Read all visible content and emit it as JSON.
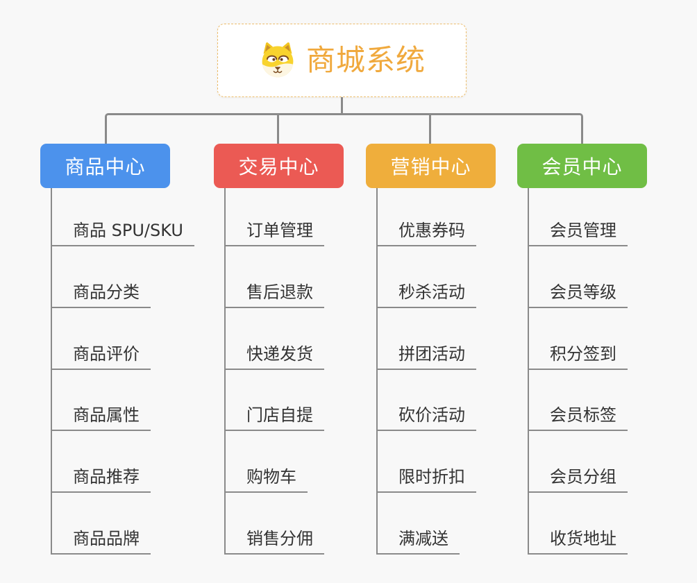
{
  "root": {
    "title": "商城系统",
    "icon": "dog-face-icon",
    "accent_color": "#F0A93D",
    "border_color": "#EDBD6B"
  },
  "canvas": {
    "background": "#F8F8F8",
    "connector_color": "#8A8A8A",
    "leaf_text_color": "#333333"
  },
  "branches": [
    {
      "label": "商品中心",
      "color": "#4C92EC",
      "items": [
        "商品 SPU/SKU",
        "商品分类",
        "商品评价",
        "商品属性",
        "商品推荐",
        "商品品牌"
      ]
    },
    {
      "label": "交易中心",
      "color": "#EB5A54",
      "items": [
        "订单管理",
        "售后退款",
        "快递发货",
        "门店自提",
        "购物车",
        "销售分佣"
      ]
    },
    {
      "label": "营销中心",
      "color": "#EFAE3C",
      "items": [
        "优惠券码",
        "秒杀活动",
        "拼团活动",
        "砍价活动",
        "限时折扣",
        "满减送"
      ]
    },
    {
      "label": "会员中心",
      "color": "#70BE45",
      "items": [
        "会员管理",
        "会员等级",
        "积分签到",
        "会员标签",
        "会员分组",
        "收货地址"
      ]
    }
  ]
}
